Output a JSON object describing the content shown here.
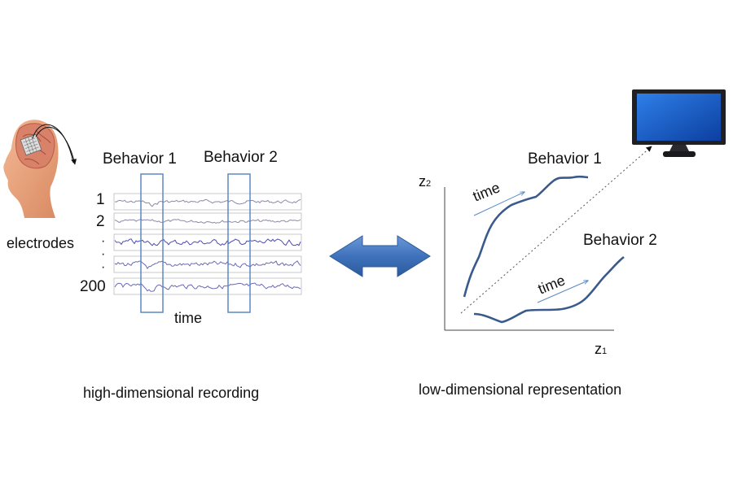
{
  "left_panel": {
    "head_label": "electrodes",
    "behavior_1": "Behavior 1",
    "behavior_2": "Behavior 2",
    "channel_labels": [
      "1",
      "2",
      "200"
    ],
    "ellipsis": [
      "·",
      "·",
      "·"
    ],
    "time_label": "time",
    "caption": "high-dimensional recording"
  },
  "right_panel": {
    "z2_main": "z",
    "z2_sub": "2",
    "z1_main": "z",
    "z1_sub": "1",
    "behavior_1": "Behavior 1",
    "behavior_2": "Behavior 2",
    "time_1": "time",
    "time_2": "time",
    "caption": "low-dimensional representation"
  },
  "colors": {
    "trace_light": "#8a8aa8",
    "trace_dark": "#4a4ab0",
    "window_border": "#5b88c4",
    "arrow_fill": "#3f72bc",
    "trajectory": "#3a5a8c",
    "time_arrow": "#5b88c4",
    "monitor_screen": "#1a5fcc",
    "head_skin": "#e8a07a"
  },
  "icons": {
    "head": "brain-head-icon",
    "double_arrow": "double-arrow-icon",
    "monitor": "monitor-icon"
  }
}
